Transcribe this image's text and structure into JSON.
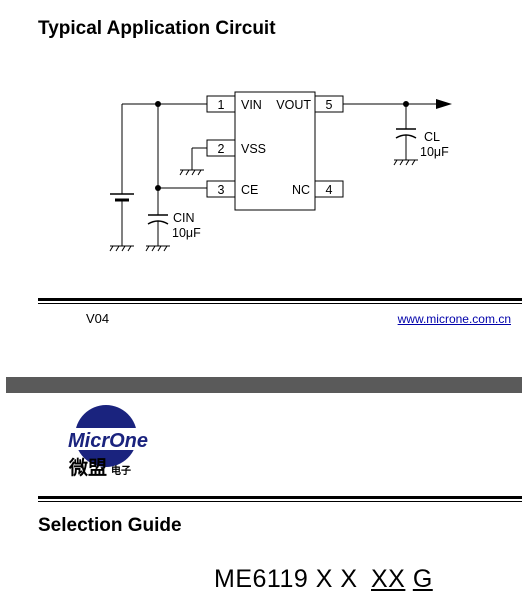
{
  "header": {
    "title": "Typical Application Circuit"
  },
  "circuit": {
    "pins": [
      {
        "num": "1",
        "name": "VIN"
      },
      {
        "num": "2",
        "name": "VSS"
      },
      {
        "num": "3",
        "name": "CE"
      },
      {
        "num": "4",
        "name": "NC"
      },
      {
        "num": "5",
        "name": "VOUT"
      }
    ],
    "cl": {
      "name": "CL",
      "value": "10μF"
    },
    "cin": {
      "name": "CIN",
      "value": "10μF"
    }
  },
  "footer": {
    "version": "V04",
    "website": "www.microne.com.cn"
  },
  "logo": {
    "brand": "MicrOne",
    "chinese": "微盟",
    "chinese_small": "电子"
  },
  "section": {
    "title": "Selection Guide"
  },
  "part_number": {
    "prefix": "ME6119",
    "x1": "X",
    "x2": "X",
    "x3": "XX",
    "suffix": "G"
  },
  "colors": {
    "band": "#5a5a5a",
    "logo_blue": "#1a237e",
    "link": "#0000aa"
  }
}
